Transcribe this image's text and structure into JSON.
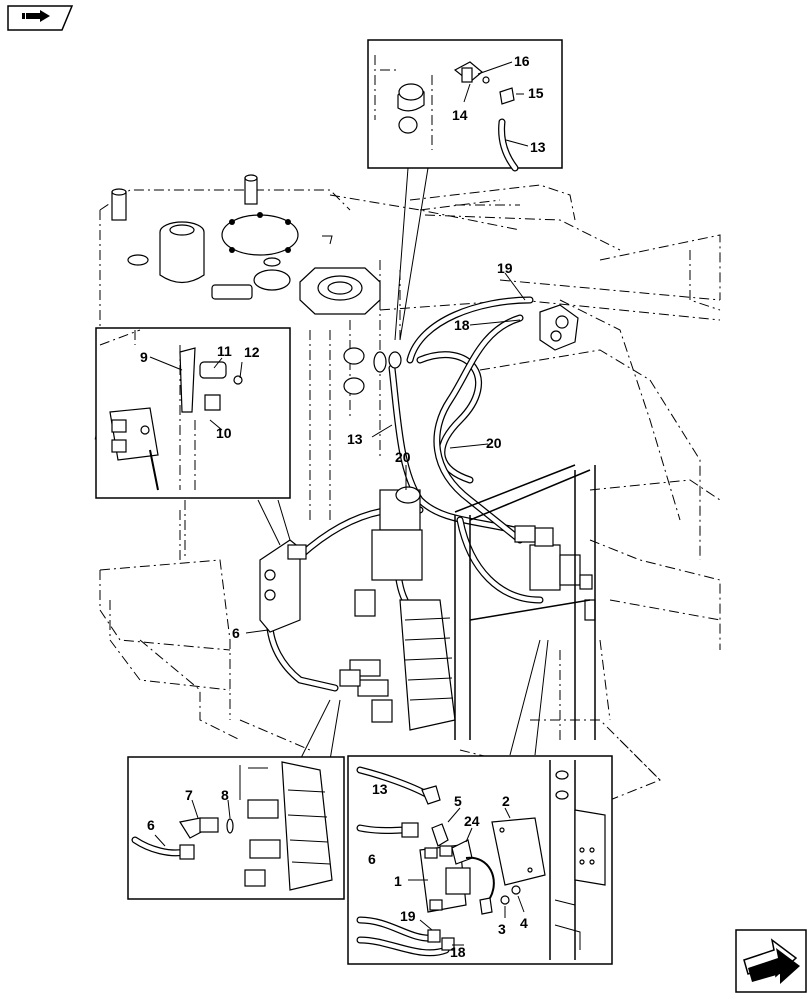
{
  "callouts": {
    "c1": "1",
    "c2": "2",
    "c3": "3",
    "c4": "4",
    "c5": "5",
    "c6": "6",
    "c7": "7",
    "c8": "8",
    "c9": "9",
    "c10": "10",
    "c11": "11",
    "c12": "12",
    "c13": "13",
    "c14": "14",
    "c15": "15",
    "c16": "16",
    "c18": "18",
    "c19": "19",
    "c20": "20",
    "c24": "24"
  },
  "icons": {
    "top_left": "book-hand-icon",
    "bottom_right": "next-page-arrow-icon"
  }
}
